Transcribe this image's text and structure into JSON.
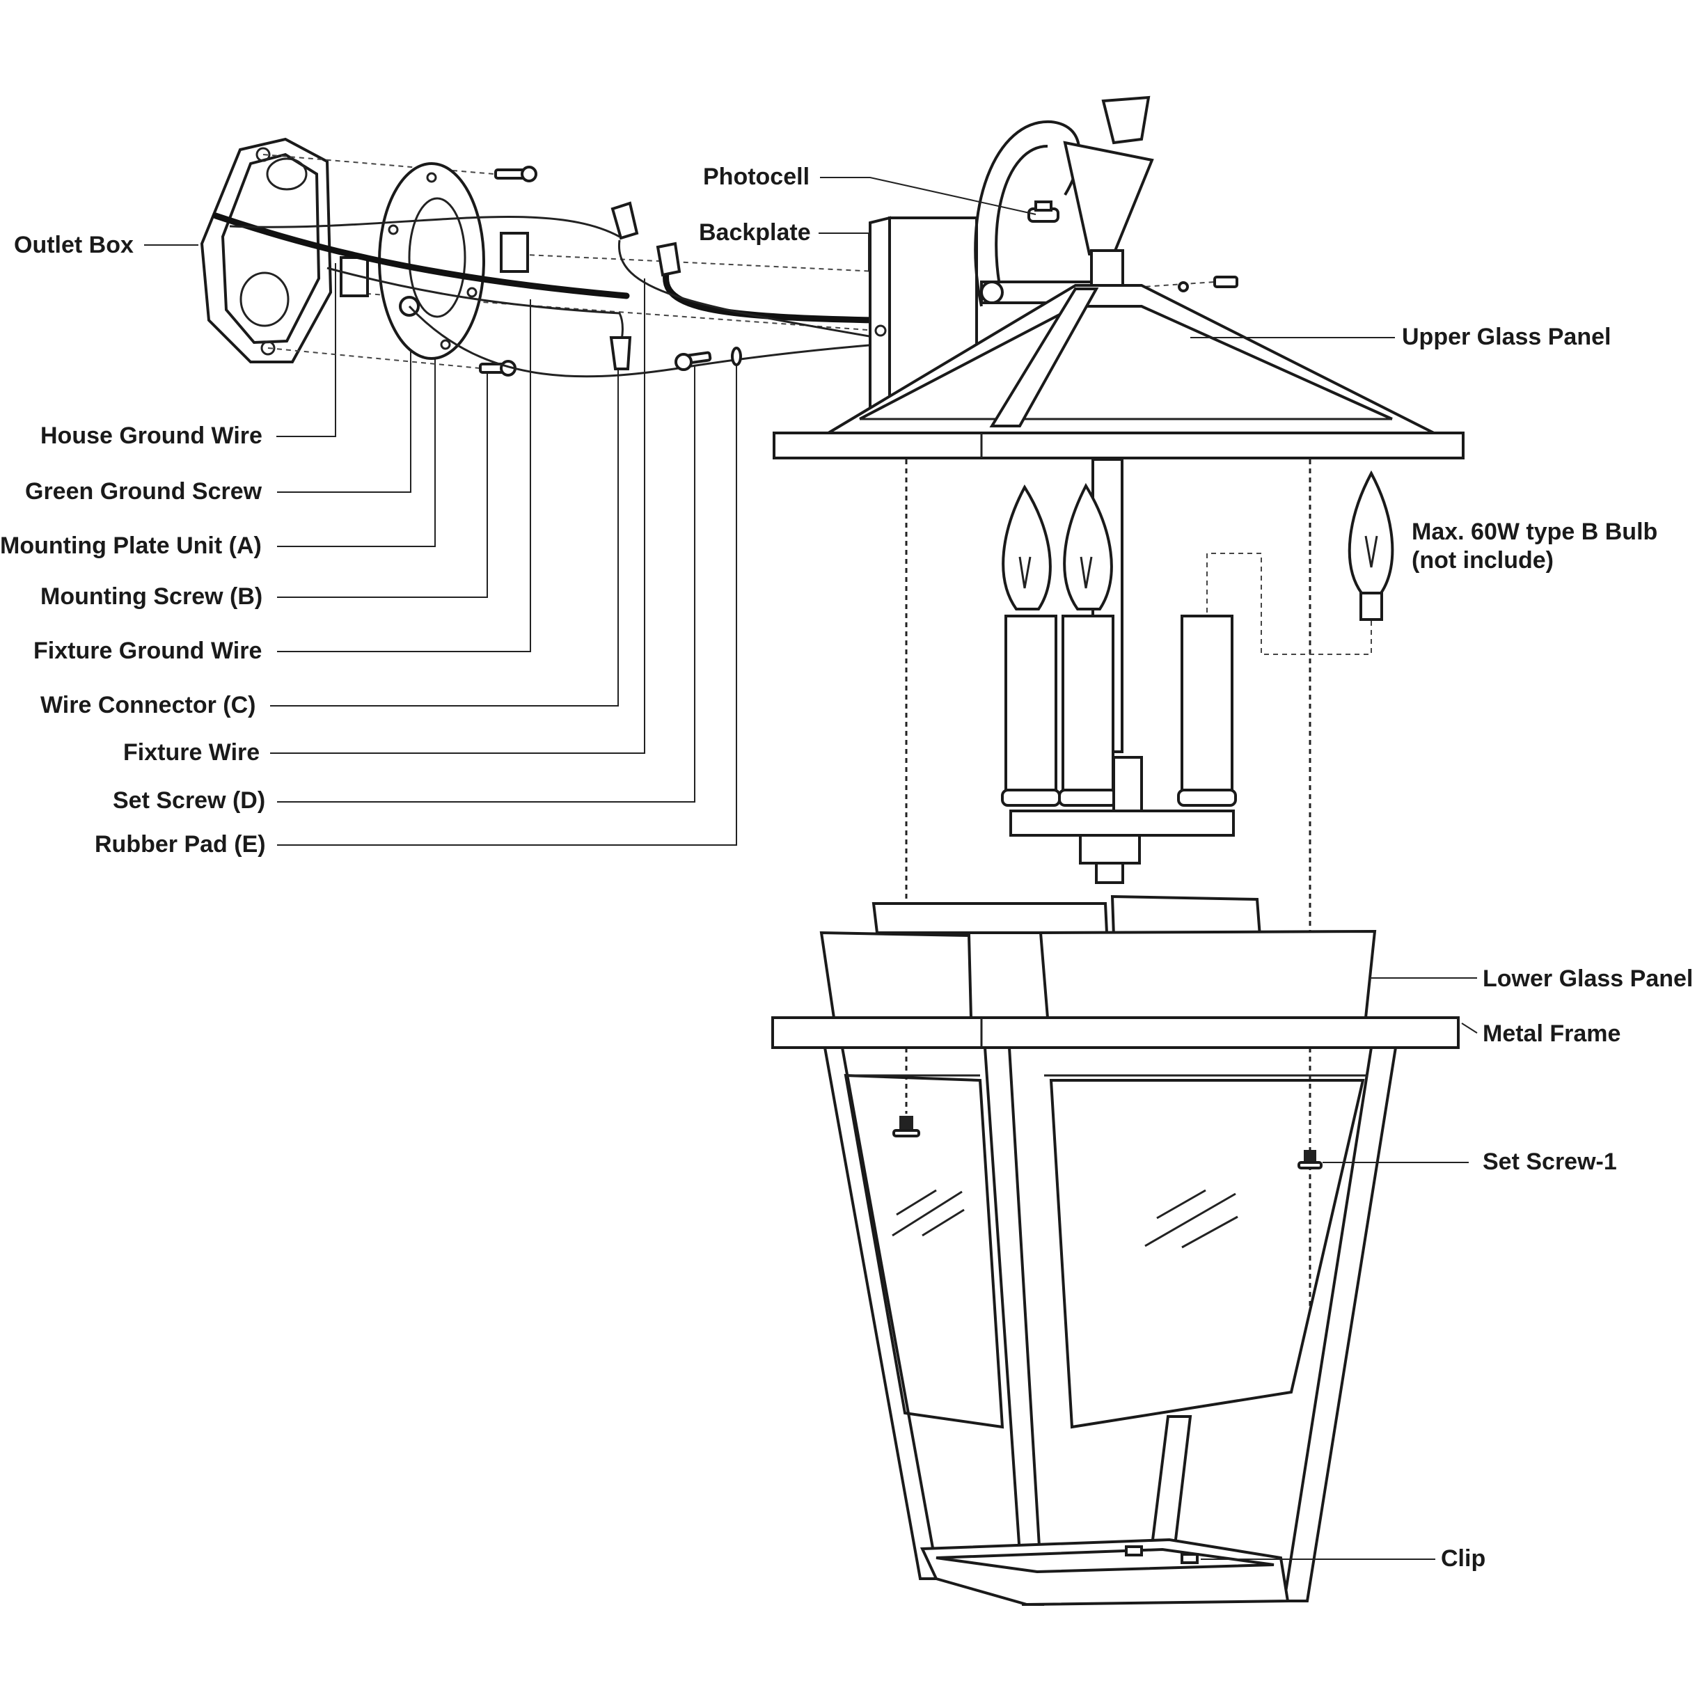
{
  "labels": {
    "outlet_box": "Outlet Box",
    "house_ground_wire": "House Ground Wire",
    "green_ground_screw": "Green Ground Screw",
    "mounting_plate_unit": "Mounting Plate Unit (A)",
    "mounting_screw": "Mounting Screw (B)",
    "fixture_ground_wire": "Fixture Ground Wire",
    "wire_connector": "Wire Connector (C)",
    "fixture_wire": "Fixture Wire",
    "set_screw_d": "Set Screw (D)",
    "rubber_pad": "Rubber Pad (E)",
    "photocell": "Photocell",
    "backplate": "Backplate",
    "upper_glass_panel": "Upper Glass Panel",
    "bulb_line1": "Max. 60W type B Bulb",
    "bulb_line2": "(not include)",
    "lower_glass_panel": "Lower Glass Panel",
    "metal_frame": "Metal Frame",
    "set_screw_1": "Set Screw-1",
    "clip": "Clip"
  }
}
